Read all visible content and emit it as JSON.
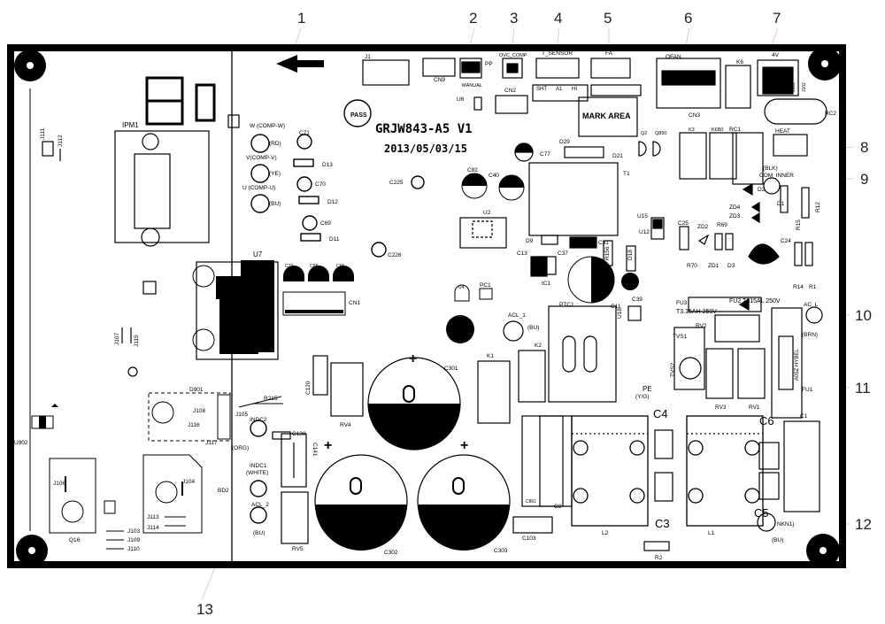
{
  "callouts": [
    "1",
    "2",
    "3",
    "4",
    "5",
    "6",
    "7",
    "8",
    "9",
    "10",
    "11",
    "12",
    "13"
  ],
  "board": {
    "model": "GRJW843-A5 V1",
    "date": "2013/05/03/15",
    "pass_stamp": "PASS",
    "mark_area": "MARK AREA",
    "fold_arrow": "FOLD",
    "fuse_rating_1": "FU2 T315AL 250V",
    "fuse_rating_2": "T3.15AH 250V",
    "ct_marking": "A05Z HYBEL"
  },
  "labels": {
    "IPM1": "IPM1",
    "U7": "U7",
    "CN1": "CN1",
    "U902": "U902",
    "D901": "D901",
    "J108": "J108",
    "J116": "J116",
    "J117": "J117",
    "J106": "J106",
    "Q16": "Q16",
    "J104": "J104",
    "BD2": "BD2",
    "J113": "J113",
    "J114": "J114",
    "J103": "J103",
    "J109": "J109",
    "J110": "J110",
    "J111": "J111",
    "J112": "J112",
    "J107": "J107",
    "J115": "J115",
    "J105": "J105",
    "R215": "R215",
    "W": "W (COMP-W)",
    "V": "V(COMP-V)",
    "Ucomp": "U (COMP-U)",
    "RD": "(RD)",
    "YE": "(YE)",
    "BU1": "(BU)",
    "C71": "C71",
    "C70": "C70",
    "C69": "C69",
    "D13": "D13",
    "D12": "D12",
    "D11": "D11",
    "C226": "C226",
    "C225": "C225",
    "C73": "C73",
    "C68": "C68",
    "C65": "C65",
    "J1": "J1",
    "CN9": "CN9",
    "PP": "PP",
    "MANUAL": "MANUAL",
    "U6": "U6",
    "OVC_COMP": "OVC_COMP",
    "CN2": "CN2",
    "T_SENSOR": "T_SENSOR",
    "SHT": "SHT",
    "A1": "A1",
    "HI": "HI",
    "FA": "FA",
    "OFAN": "OFAN",
    "CN3": "CN3",
    "K6": "K6",
    "4V": "4V",
    "J101": "J101",
    "J102": "J102",
    "RC1": "RC1",
    "RC2": "RC2",
    "HEAT": "HEAT",
    "K3": "K3",
    "K6b": "K6B0",
    "Q2": "Q2",
    "Q850": "Q850",
    "BLK": "(BLK)",
    "COM_INNER": "COM_INNER",
    "D2": "D2",
    "ZD4": "ZD4",
    "ZD3": "ZD3",
    "D1": "D1",
    "R15": "R15",
    "R12": "R12",
    "C25": "C25",
    "ZD2": "ZD2",
    "R69": "R69",
    "U15": "U15",
    "U12": "U12",
    "R70": "R70",
    "ZD1": "ZD1",
    "D3": "D3",
    "C24": "C24",
    "R14": "R14",
    "R1": "R1",
    "C77": "C77",
    "D29": "D29",
    "D21": "D21",
    "T1": "T1",
    "C82": "C82",
    "C40": "C40",
    "U2": "U2",
    "D9": "D9",
    "C31": "C31",
    "C13": "C13",
    "C37": "C37",
    "IC1": "IC1",
    "R156": "R156",
    "D18": "D18",
    "C11": "C11",
    "C39": "C39",
    "U4": "U4",
    "PC1": "PC1",
    "ACL_1": "ACL_1",
    "BU2": "(BU)",
    "PTC1": "PTC1",
    "U18": "U18",
    "FU3": "FU3",
    "RV2": "RV2",
    "TVS1": "TVS1",
    "TVS2": "TVS2",
    "AC_L": "AC_L",
    "BRN": "(BRN)",
    "FU1": "FU1",
    "C120": "C120",
    "RV4": "RV4",
    "C301": "C301",
    "K1": "K1",
    "K2": "K2",
    "PE": "PE",
    "YG": "(Y/G)",
    "C4": "C4",
    "RV3": "RV3",
    "RV1": "RV1",
    "C6": "C6",
    "C1": "C1",
    "INDC2": "INDC2",
    "ORG": "(ORG)",
    "C138": "C138",
    "INDC1": "INDC1",
    "WHITE": "(WHITE)",
    "C141": "C141",
    "ACL_2": "ACL_2",
    "BU3": "(BU)",
    "RV5": "RV5",
    "C302": "C302",
    "C303": "C303",
    "C103": "C103",
    "C861": "C861",
    "C2": "C2",
    "L2": "L2",
    "C3": "C3",
    "L1": "L1",
    "C5": "C5",
    "NKN1": "NKN1)",
    "BU4": "(BU)",
    "R2": "R2"
  }
}
